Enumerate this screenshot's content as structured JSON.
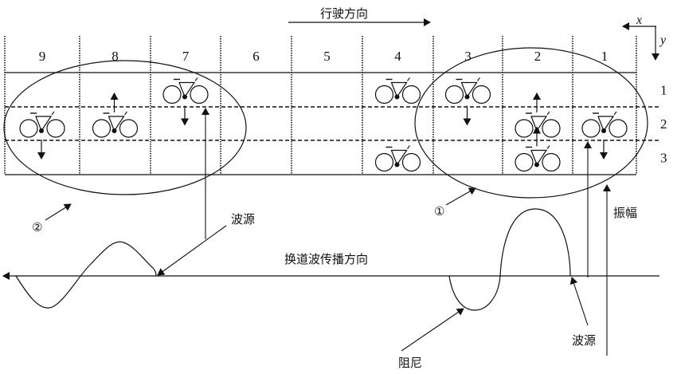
{
  "title_arrow_label": "行驶方向",
  "axes": {
    "x_label": "x",
    "y_label": "y"
  },
  "columns": [
    "9",
    "8",
    "7",
    "6",
    "5",
    "4",
    "3",
    "2",
    "1"
  ],
  "lanes": [
    "1",
    "2",
    "3"
  ],
  "vehicles": [
    {
      "column": "9",
      "lane": "2",
      "arrow": "down"
    },
    {
      "column": "8",
      "lane": "2",
      "arrow": "up"
    },
    {
      "column": "7",
      "lane": "1",
      "arrow": "down"
    },
    {
      "column": "4",
      "lane": "1",
      "arrow": "none"
    },
    {
      "column": "4",
      "lane": "3",
      "arrow": "none"
    },
    {
      "column": "3",
      "lane": "1",
      "arrow": "down"
    },
    {
      "column": "2",
      "lane": "2",
      "arrow": "up"
    },
    {
      "column": "2",
      "lane": "3",
      "arrow": "up"
    },
    {
      "column": "1",
      "lane": "2",
      "arrow": "down"
    }
  ],
  "groups": [
    {
      "marker": "②",
      "name": "group-2"
    },
    {
      "marker": "①",
      "name": "group-1"
    }
  ],
  "labels": {
    "wave_source_left": "波源",
    "wave_direction": "换道波传播方向",
    "amplitude": "振幅",
    "damping": "阻尼",
    "wave_source_right": "波源"
  }
}
